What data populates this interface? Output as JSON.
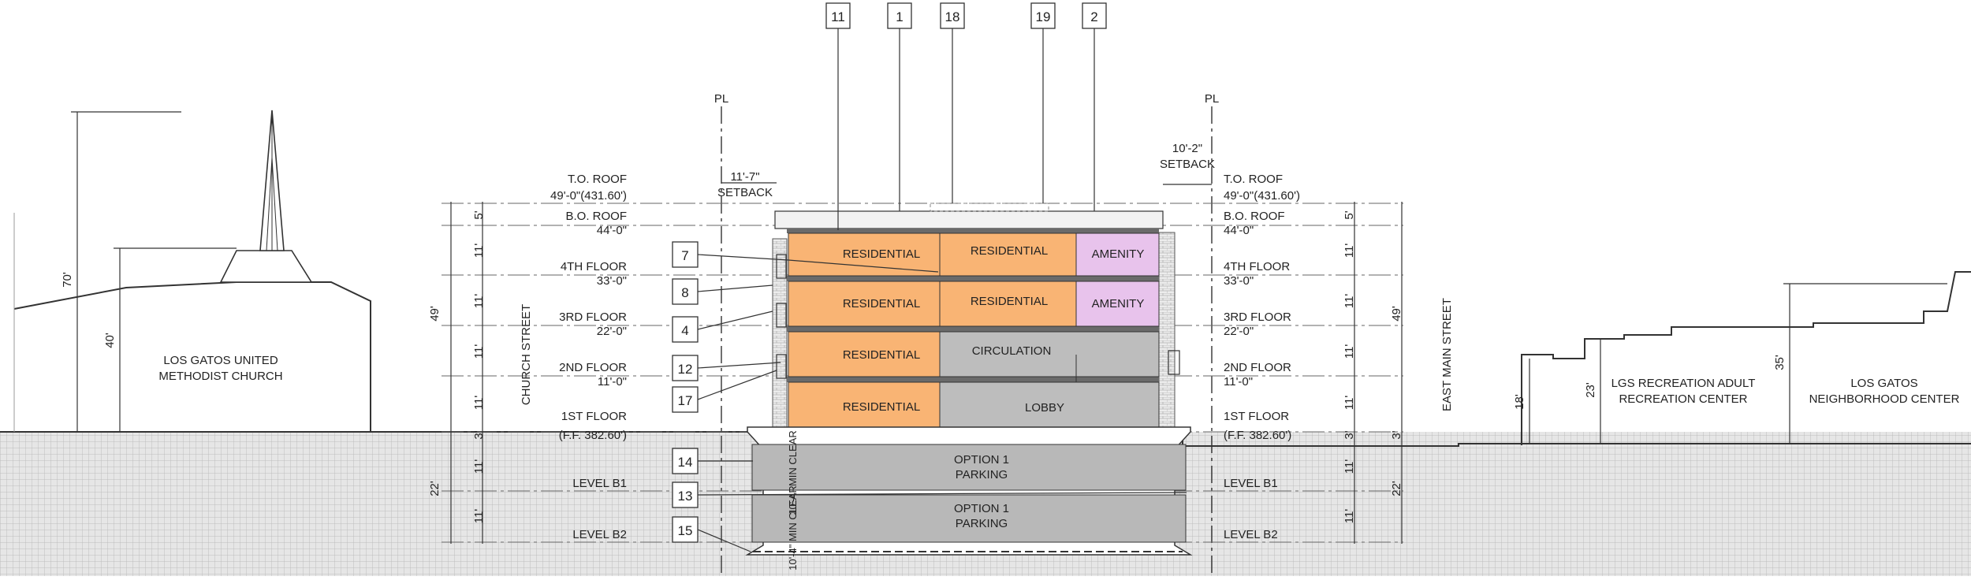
{
  "colors": {
    "residential": "#f9b474",
    "amenity": "#e8c3ec",
    "service": "#bdbdbd",
    "ground_hatch": "#d4d4d4"
  },
  "property_line": {
    "left": "PL",
    "right": "PL"
  },
  "keynotes": {
    "top": [
      "11",
      "1",
      "18",
      "19",
      "2"
    ],
    "left": [
      "7",
      "8",
      "4",
      "12",
      "17",
      "14",
      "13",
      "15"
    ]
  },
  "setbacks": {
    "left": {
      "dim": "11'-7\"",
      "label": "SETBACK"
    },
    "right": {
      "dim": "10'-2\"",
      "label": "SETBACK"
    }
  },
  "levels_left": {
    "to_roof": {
      "name": "T.O. ROOF",
      "elev": "49'-0\"(431.60')"
    },
    "bo_roof": {
      "name": "B.O. ROOF",
      "elev": "44'-0\""
    },
    "fourth": {
      "name": "4TH FLOOR",
      "elev": "33'-0\""
    },
    "third": {
      "name": "3RD FLOOR",
      "elev": "22'-0\""
    },
    "second": {
      "name": "2ND FLOOR",
      "elev": "11'-0\""
    },
    "first": {
      "name": "1ST FLOOR",
      "elev": "(F.F. 382.60')"
    },
    "b1": {
      "name": "LEVEL B1"
    },
    "b2": {
      "name": "LEVEL B2"
    }
  },
  "levels_right": {
    "to_roof": {
      "name": "T.O. ROOF",
      "elev": "49'-0\"(431.60')"
    },
    "bo_roof": {
      "name": "B.O. ROOF",
      "elev": "44'-0\""
    },
    "fourth": {
      "name": "4TH FLOOR",
      "elev": "33'-0\""
    },
    "third": {
      "name": "3RD FLOOR",
      "elev": "22'-0\""
    },
    "second": {
      "name": "2ND FLOOR",
      "elev": "11'-0\""
    },
    "first": {
      "name": "1ST FLOOR",
      "elev": "(F.F. 382.60')"
    },
    "b1": {
      "name": "LEVEL B1"
    },
    "b2": {
      "name": "LEVEL B2"
    }
  },
  "dims_left": {
    "f5": "5'",
    "f11a": "11'",
    "f11b": "11'",
    "f11c": "11'",
    "f11d": "11'",
    "f3": "3'",
    "b11a": "11'",
    "b11b": "11'",
    "total": "49'",
    "below": "22'"
  },
  "dims_right": {
    "f5": "5'",
    "f11a": "11'",
    "f11b": "11'",
    "f11c": "11'",
    "f11d": "11'",
    "f3": "3'",
    "b11a": "11'",
    "b11b": "11'",
    "total": "49'",
    "total3": "3'",
    "below": "22'"
  },
  "streets": {
    "left": "CHURCH STREET",
    "right": "EAST MAIN STREET"
  },
  "rooms": {
    "r4a": "RESIDENTIAL",
    "r4b": "RESIDENTIAL",
    "r4c": "AMENITY",
    "r3a": "RESIDENTIAL",
    "r3b": "RESIDENTIAL",
    "r3c": "AMENITY",
    "r2a": "RESIDENTIAL",
    "r2b": "CIRCULATION",
    "r1a": "RESIDENTIAL",
    "r1b": "LOBBY"
  },
  "parking": {
    "b1_l1": "OPTION 1",
    "b1_l2": "PARKING",
    "b2_l1": "OPTION 1",
    "b2_l2": "PARKING",
    "clear1": "10'-4\" MIN CLEAR",
    "clear2": "10'-4\" MIN CLEAR"
  },
  "church": {
    "line1": "LOS GATOS UNITED",
    "line2": "METHODIST CHURCH",
    "h1": "70'",
    "h2": "40'"
  },
  "recreation": {
    "line1": "LGS RECREATION ADULT",
    "line2": "RECREATION CENTER",
    "h1": "18'",
    "h2": "23'"
  },
  "neighborhood": {
    "line1": "LOS GATOS",
    "line2": "NEIGHBORHOOD CENTER",
    "h1": "35'"
  }
}
